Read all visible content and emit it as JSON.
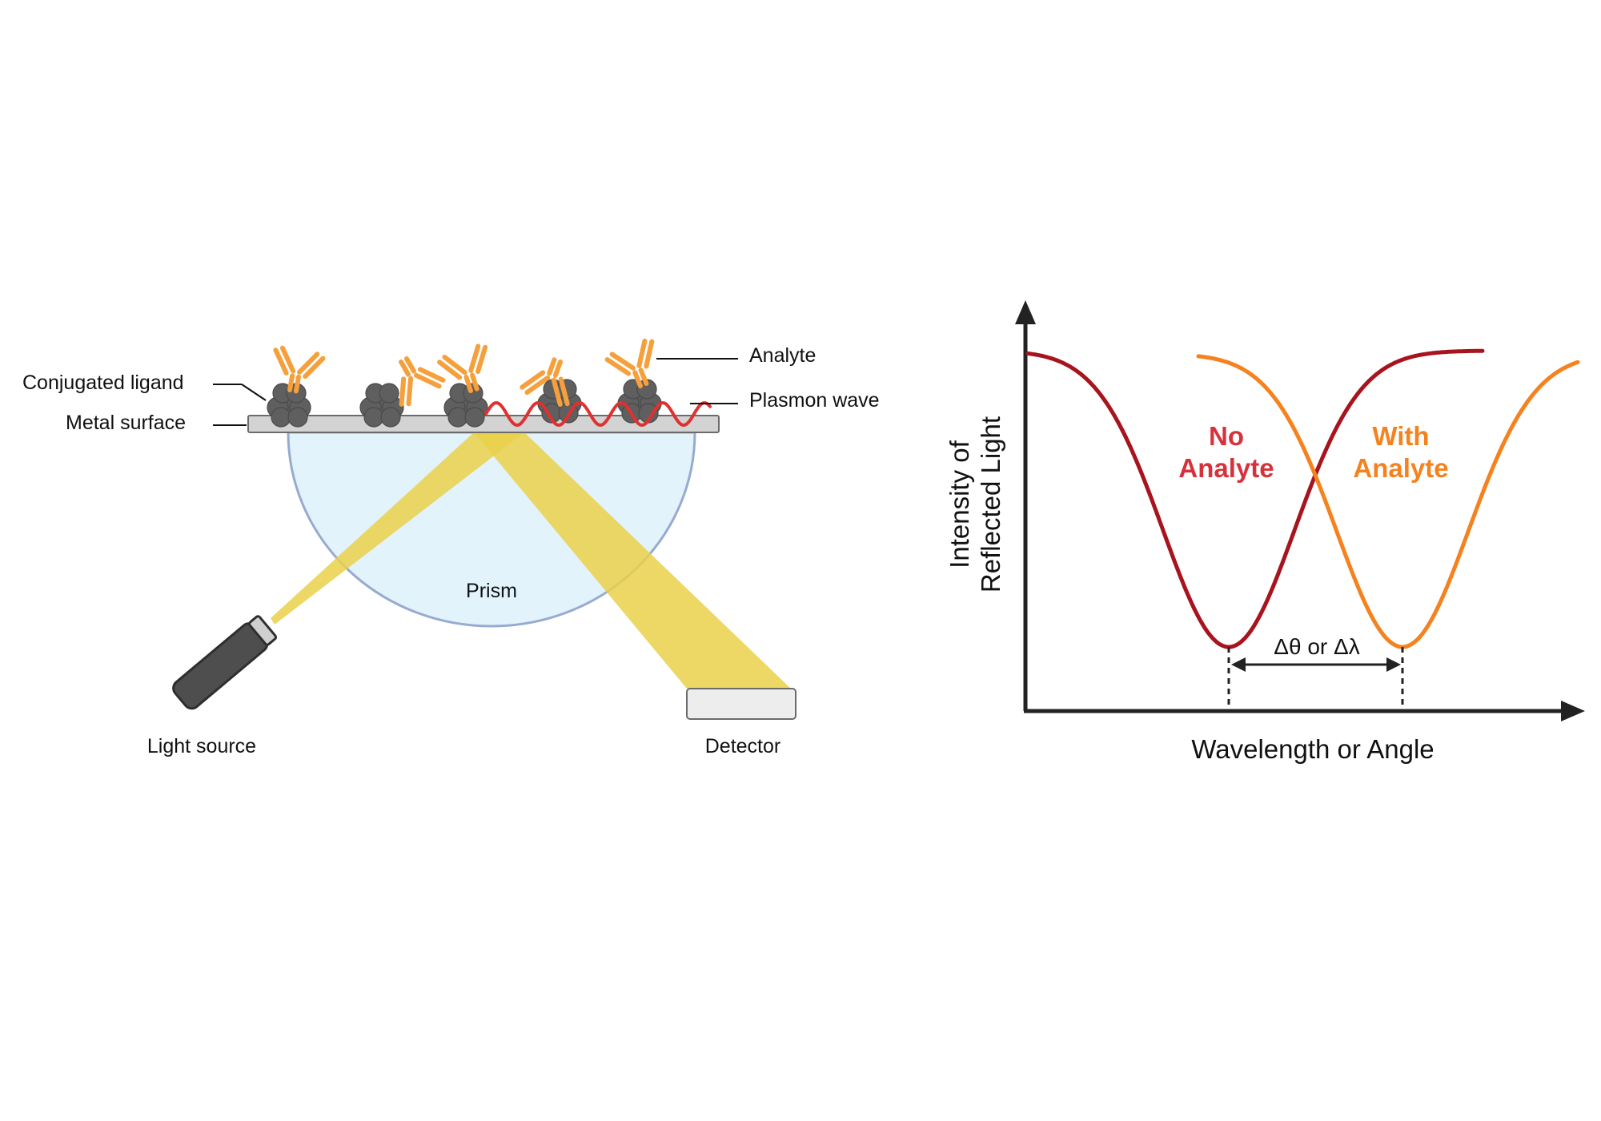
{
  "diagram": {
    "labels": {
      "conjugated_ligand": "Conjugated ligand",
      "metal_surface": "Metal surface",
      "analyte": "Analyte",
      "plasmon_wave": "Plasmon wave",
      "prism": "Prism",
      "light_source": "Light source",
      "detector": "Detector"
    },
    "colors": {
      "antibody": "#F5A03C",
      "ligand": "#5F5F5F",
      "metal": "#D3D3D3",
      "prism_fill": "#E2F3FB",
      "prism_stroke": "#97AACF",
      "light_beam": "#EAD04A",
      "plasmon_wave": "#E03030"
    }
  },
  "graph": {
    "y_axis_label_line1": "Intensity of",
    "y_axis_label_line2": "Reflected Light",
    "x_axis_label": "Wavelength or Angle",
    "curve_no_analyte_line1": "No",
    "curve_no_analyte_line2": "Analyte",
    "curve_with_analyte_line1": "With",
    "curve_with_analyte_line2": "Analyte",
    "shift_label": "Δθ or Δλ",
    "colors": {
      "no_analyte": "#A8141E",
      "no_analyte_text": "#D7323C",
      "with_analyte": "#F5821E",
      "axis": "#222222"
    }
  }
}
